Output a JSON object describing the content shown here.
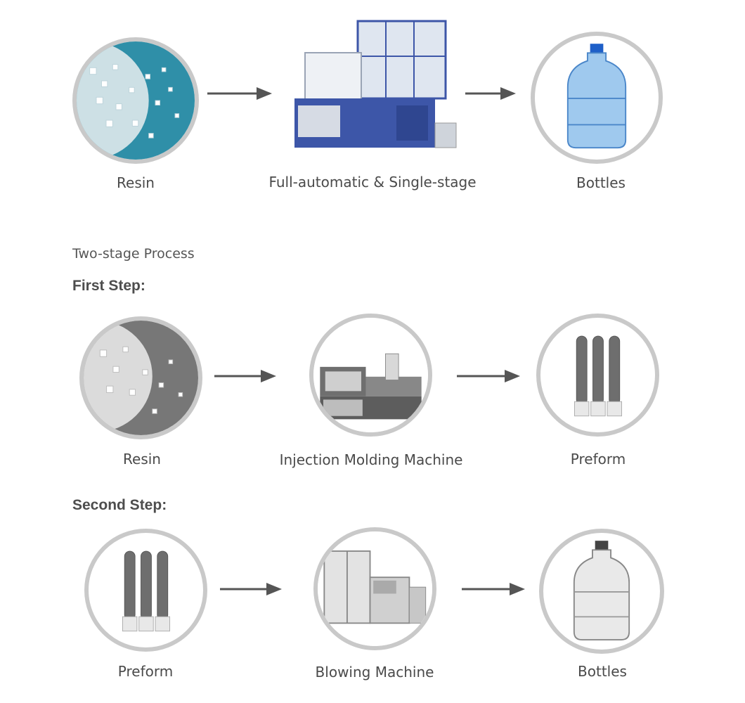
{
  "single_stage": {
    "resin_label": "Resin",
    "machine_label": "Full-automatic & Single-stage",
    "bottles_label": "Bottles"
  },
  "two_stage": {
    "title": "Two-stage Process",
    "first_step": {
      "heading": "First Step:",
      "resin_label": "Resin",
      "machine_label": "Injection Molding Machine",
      "preform_label": "Preform"
    },
    "second_step": {
      "heading": "Second Step:",
      "preform_label": "Preform",
      "machine_label": "Blowing Machine",
      "bottles_label": "Bottles"
    }
  },
  "colors": {
    "arrow": "#555555",
    "circle_border": "#c9c9c9",
    "resin_bg": "#2f8fa8",
    "machine_blue": "#3d56a8"
  }
}
